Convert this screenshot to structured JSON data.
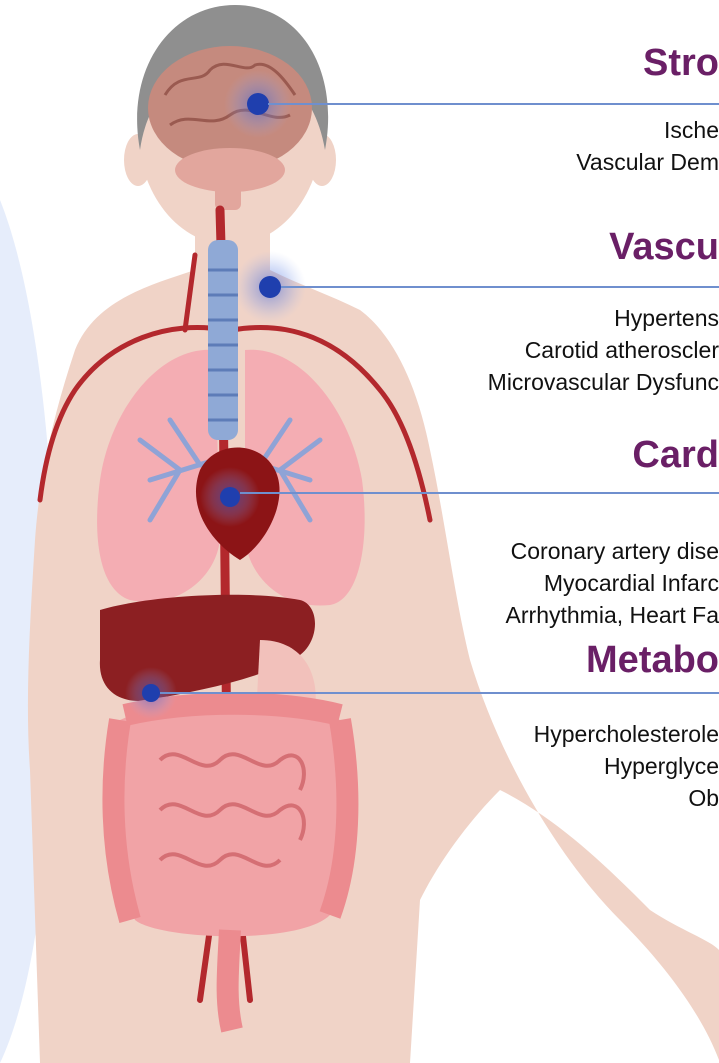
{
  "colors": {
    "category": "#6a1f66",
    "connector": "#6f8fce",
    "marker": "#1f3fae",
    "skin": "#f0d3c7",
    "artery": "#b3282d",
    "lung": "#f4a9b0",
    "liver": "#8c1f22",
    "intestine": "#ec8b8f",
    "trachea": "#8fa9d6",
    "hair": "#8f8f8f",
    "brain": "#c58a7e",
    "background_panel": "#e6edfb"
  },
  "callouts": [
    {
      "title": "Stro",
      "lines": [
        "Ische",
        "Vascular Dem"
      ]
    },
    {
      "title": "Vascu",
      "lines": [
        "Hypertens",
        "Carotid atheroscler",
        "Microvascular Dysfunc"
      ]
    },
    {
      "title": "Card",
      "lines": [
        "Coronary artery dise",
        "Myocardial Infarc",
        "Arrhythmia, Heart Fa"
      ]
    },
    {
      "title": "Metabo",
      "lines": [
        "Hypercholesterole",
        "Hyperglyce",
        "Ob"
      ]
    }
  ],
  "markers": [
    {
      "label": "brain-marker"
    },
    {
      "label": "neck-marker"
    },
    {
      "label": "heart-marker"
    },
    {
      "label": "abdomen-marker"
    }
  ]
}
